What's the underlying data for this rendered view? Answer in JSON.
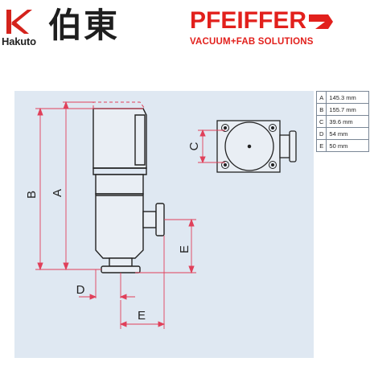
{
  "brands": {
    "hakuto": {
      "wordmark": "Hakuto",
      "kanji": "伯東"
    },
    "pfeiffer": {
      "name": "PFEIFFER",
      "tagline": "VACUUM+FAB SOLUTIONS",
      "color": "#e2201c"
    }
  },
  "drawing": {
    "dimension_labels": {
      "A": "A",
      "B": "B",
      "C": "C",
      "D": "D",
      "E": "E"
    },
    "line_color": "#e0405a",
    "panel_color": "#dfe8f2"
  },
  "dimensions": [
    {
      "key": "A",
      "value": "145.3 mm"
    },
    {
      "key": "B",
      "value": "155.7 mm"
    },
    {
      "key": "C",
      "value": "39.6 mm"
    },
    {
      "key": "D",
      "value": "54 mm"
    },
    {
      "key": "E",
      "value": "50 mm"
    }
  ]
}
